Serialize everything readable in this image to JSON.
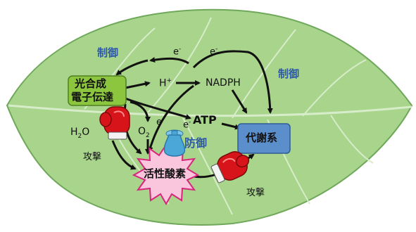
{
  "colors": {
    "leaf_fill": "#a8d48c",
    "leaf_edge": "#6fa85a",
    "vein": "#d7ecc9",
    "photo_box": "#8cc63f",
    "metabolism_box": "#5b8fcc",
    "control_text": "#2e5aa8",
    "defense_text": "#2e5aa8",
    "ros_fill": "#f9c6dd",
    "ros_edge": "#d7267c",
    "glove": "#d7141a",
    "shield": "#4aa7d8",
    "arrow": "#111111"
  },
  "icons": {
    "attack_glove_left": "boxing-glove-icon",
    "attack_glove_right": "boxing-glove-icon",
    "defense_shield": "vase-shield-icon",
    "ros_burst": "starburst-icon"
  },
  "nodes": {
    "photosynthesis_line1": "光合成",
    "photosynthesis_line2": "電子伝達",
    "metabolism": "代謝系",
    "ros": "活性酸素",
    "h_plus_base": "H",
    "h_plus_sup": "+",
    "nadph": "NADPH",
    "atp": "ATP",
    "o2_base": "O",
    "o2_sub": "2",
    "h2o_base_h": "H",
    "h2o_sub": "2",
    "h2o_base_o": "O"
  },
  "labels": {
    "control_left": "制御",
    "control_right": "制御",
    "defense": "防御",
    "attack_left": "攻撃",
    "attack_right": "攻撃",
    "electron_1": "e",
    "electron_2": "e",
    "electron_3": "e",
    "electron_4": "e",
    "electron_sup": "-"
  }
}
